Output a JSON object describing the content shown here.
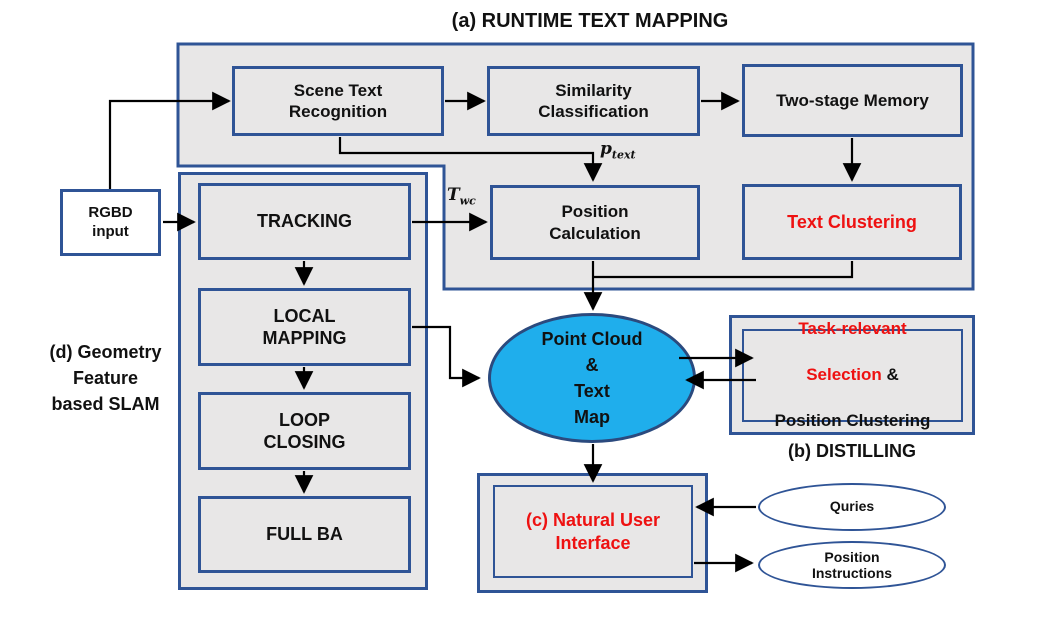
{
  "figure": {
    "section_a_label": "(a) RUNTIME TEXT MAPPING",
    "section_b_label": "(b) DISTILLING",
    "section_d_label": "(d) Geometry\nFeature\nbased SLAM"
  },
  "nodes": {
    "rgbd_input": "RGBD\ninput",
    "scene_text_recognition": "Scene Text\nRecognition",
    "similarity_classification": "Similarity\nClassification",
    "two_stage_memory": "Two-stage Memory",
    "text_clustering": "Text Clustering",
    "position_calculation": "Position\nCalculation",
    "tracking": "TRACKING",
    "local_mapping": "LOCAL\nMAPPING",
    "loop_closing": "LOOP\nCLOSING",
    "full_ba": "FULL BA",
    "point_cloud_text_map": "Point Cloud\n&\nText\nMap",
    "natural_user_interface": "(c) Natural User\nInterface",
    "queries": "Quries",
    "position_instructions": "Position\nInstructions",
    "task_relevant": {
      "line1": "Task-relevant",
      "line2_red": "Selection",
      "line2_black": " &",
      "line3": "Position Clustering"
    }
  },
  "edge_labels": {
    "p_text_main": "p",
    "p_text_sub": "text",
    "t_wc_main": "T",
    "t_wc_sub": "wc"
  },
  "colors": {
    "border_blue": "#2F5496",
    "box_fill_gray": "#E8E7E7",
    "map_ellipse_blue": "#1FAEEC",
    "ellipse_border_navy": "#2B4A7E",
    "accent_red": "#EE1111",
    "arrow_black": "#000000"
  }
}
